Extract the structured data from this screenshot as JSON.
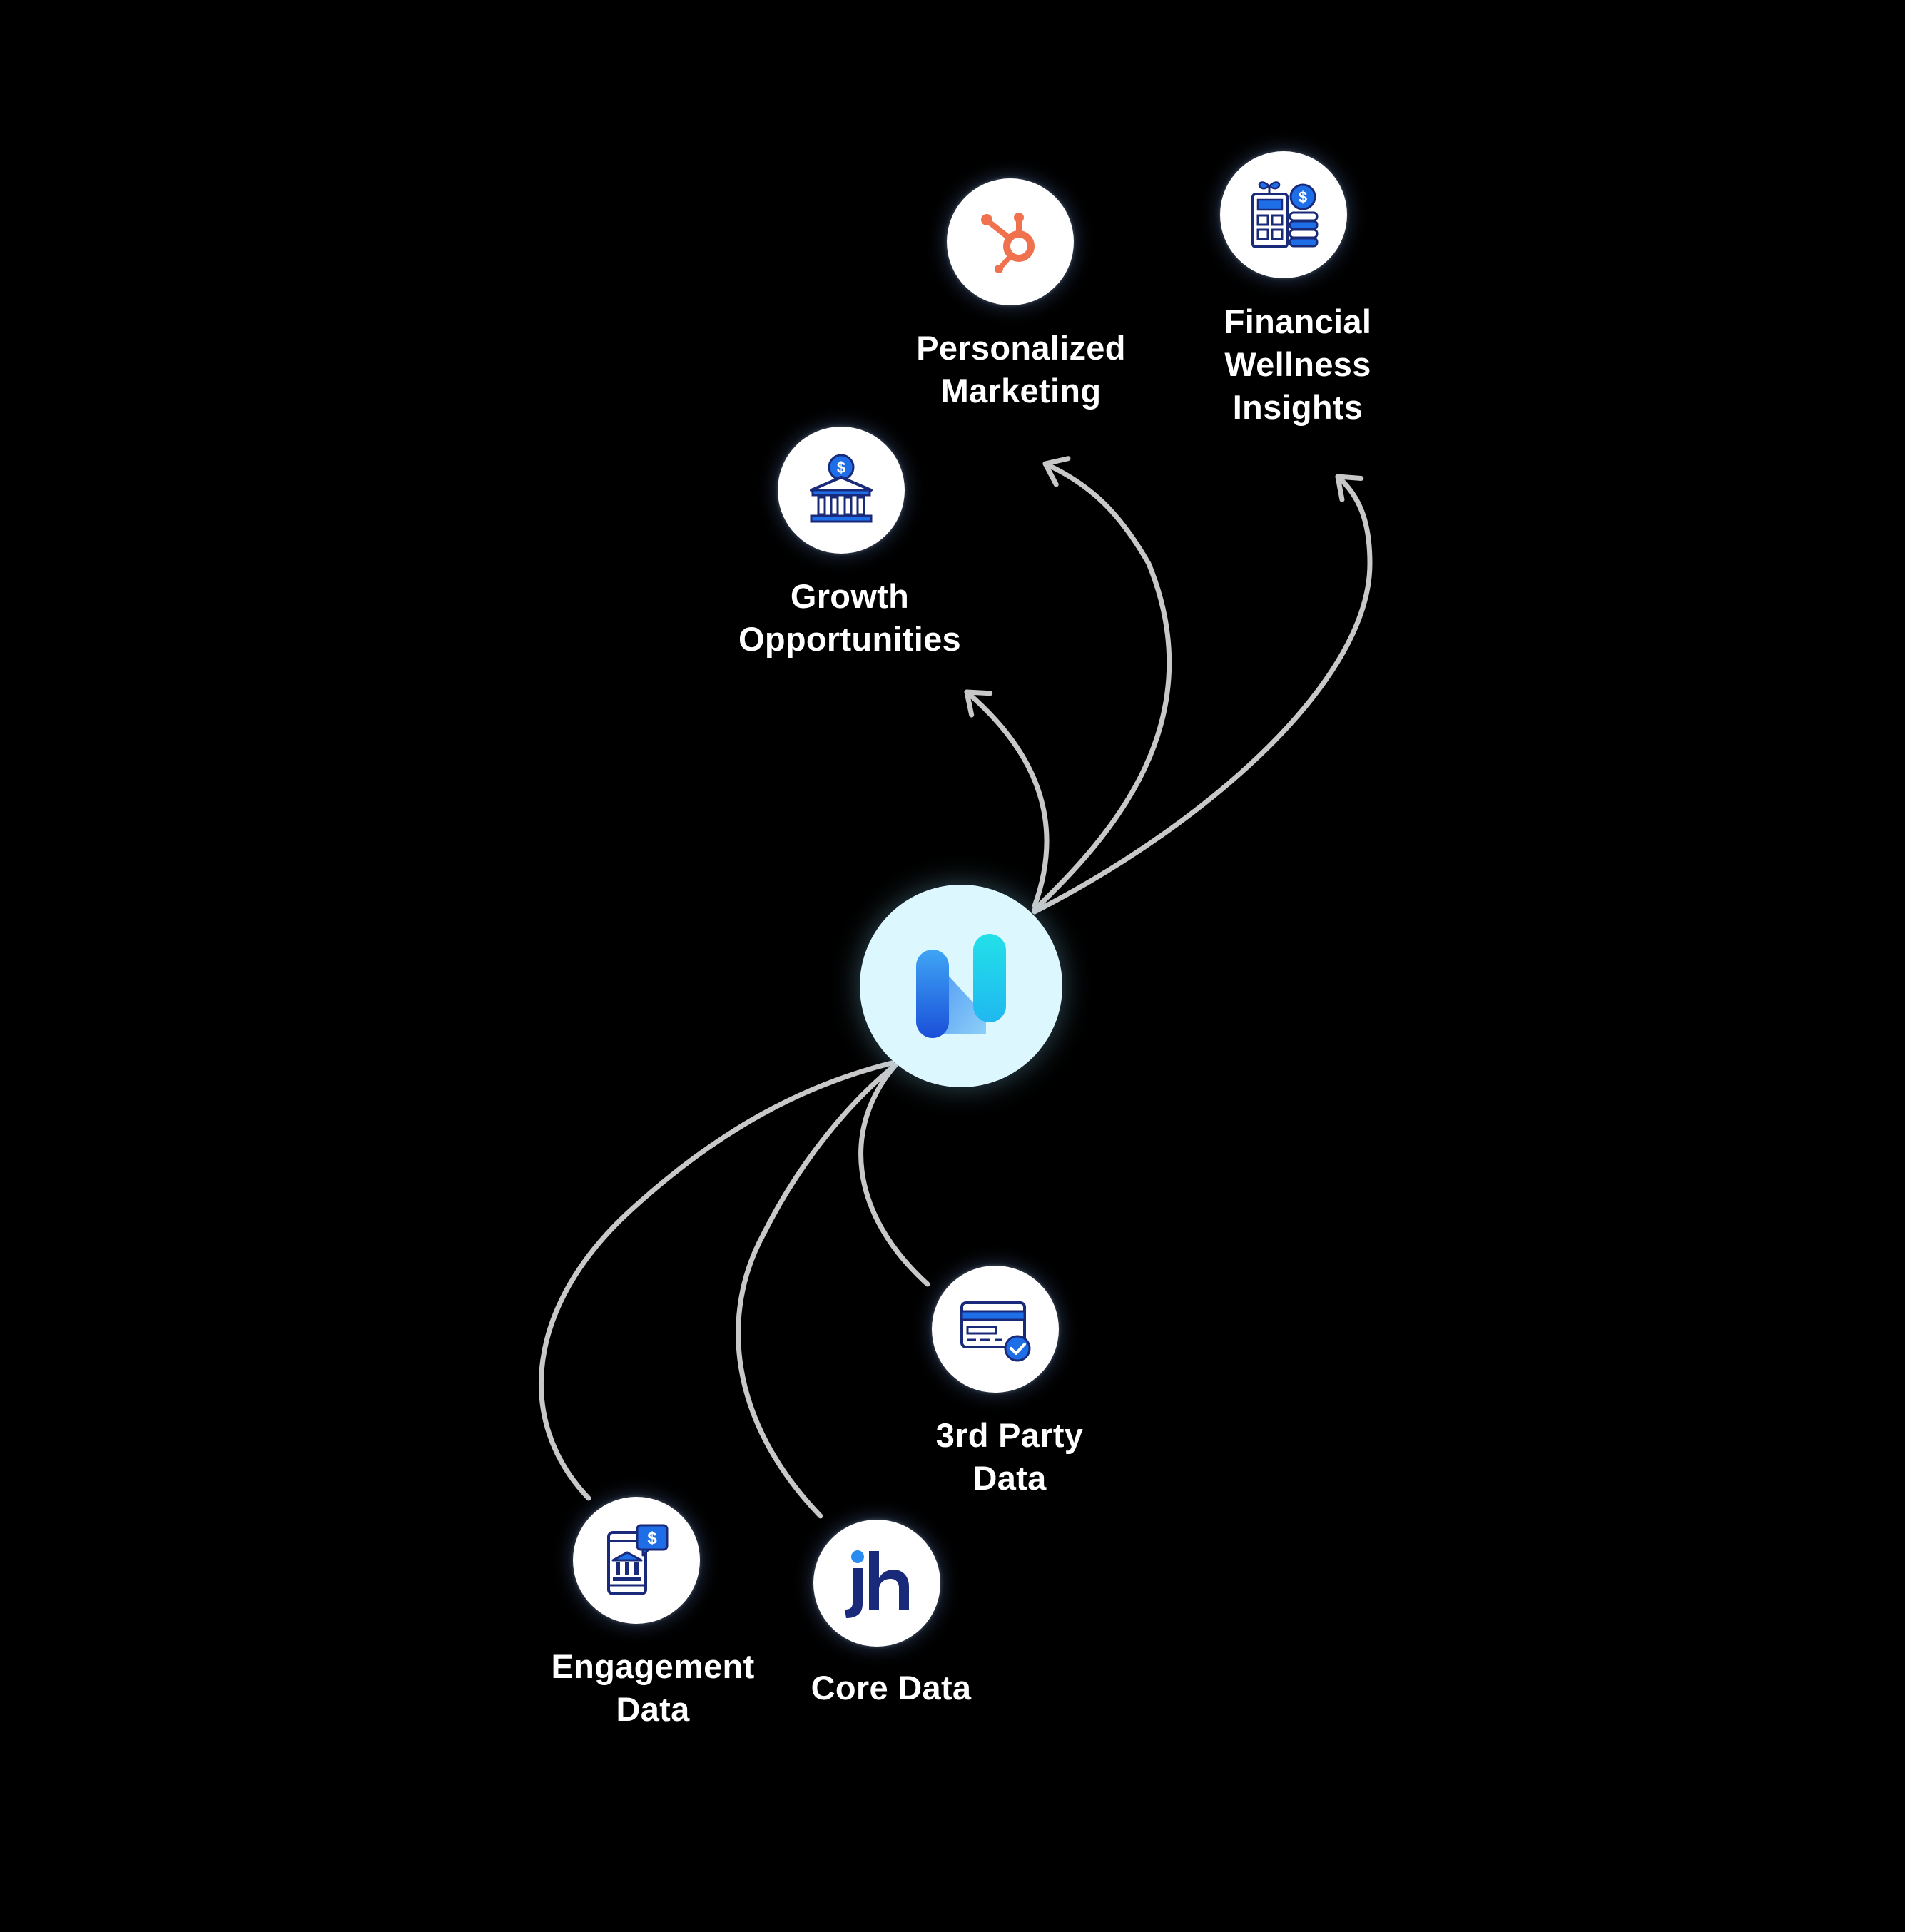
{
  "diagram": {
    "hub": {
      "icon": "n-logo-icon"
    },
    "outputs": [
      {
        "id": "growth",
        "label_lines": [
          "Growth",
          "Opportunities"
        ],
        "icon": "bank-dollar-icon"
      },
      {
        "id": "marketing",
        "label_lines": [
          "Personalized",
          "Marketing"
        ],
        "icon": "hubspot-icon"
      },
      {
        "id": "wellness",
        "label_lines": [
          "Financial",
          "Wellness",
          "Insights"
        ],
        "icon": "calculator-coins-icon"
      }
    ],
    "inputs": [
      {
        "id": "engagement",
        "label_lines": [
          "Engagement",
          "Data"
        ],
        "icon": "mobile-bank-icon"
      },
      {
        "id": "core",
        "label_lines": [
          "Core Data"
        ],
        "icon": "jh-logo-icon"
      },
      {
        "id": "third_party",
        "label_lines": [
          "3rd Party",
          "Data"
        ],
        "icon": "credit-card-check-icon"
      }
    ],
    "colors": {
      "background": "#000000",
      "connector": "#c8c8c8",
      "node_fill": "#ffffff",
      "hub_fill": "#dcf8fe",
      "icon_navy": "#1a2a7a",
      "icon_blue": "#1e6ee8",
      "hubspot_orange": "#f0714d"
    }
  }
}
